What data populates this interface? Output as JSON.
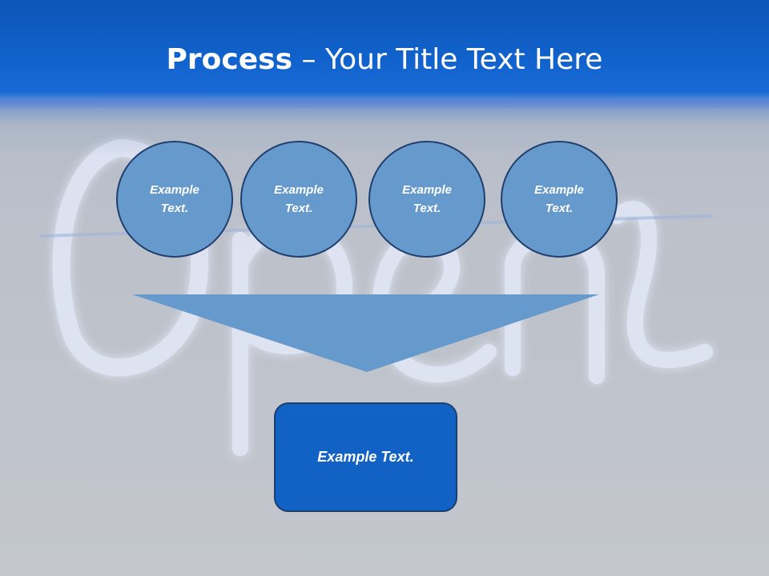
{
  "slide": {
    "title_bold": "Process",
    "title_rest": " – Your Title Text Here"
  },
  "steps": [
    {
      "label": "Example Text."
    },
    {
      "label": "Example Text."
    },
    {
      "label": "Example Text."
    },
    {
      "label": "Example Text."
    }
  ],
  "result": {
    "label": "Example Text."
  },
  "colors": {
    "header_blue": "#1162cc",
    "circle_fill": "#6699cc",
    "circle_border": "#1f3f6e",
    "funnel_fill": "#6699cc",
    "box_fill": "#1262c6",
    "background": "#bcc1ca"
  }
}
